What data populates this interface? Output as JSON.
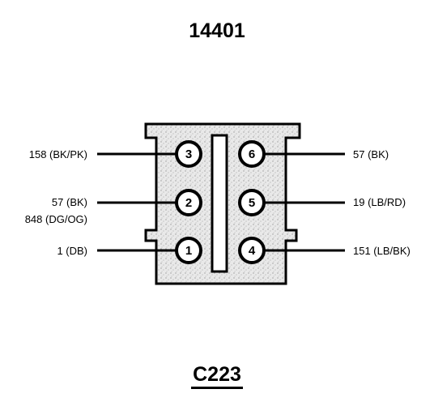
{
  "part_number": "14401",
  "connector_id": "C223",
  "colors": {
    "ink": "#000000",
    "housing_fill": "#e6e6e6",
    "pin_fill": "#ffffff"
  },
  "pins": [
    {
      "pin": "3",
      "labels": [
        "158 (BK/PK)"
      ],
      "side": "left"
    },
    {
      "pin": "2",
      "labels": [
        "57 (BK)",
        "848 (DG/OG)"
      ],
      "side": "left"
    },
    {
      "pin": "1",
      "labels": [
        "1 (DB)"
      ],
      "side": "left"
    },
    {
      "pin": "6",
      "labels": [
        "57 (BK)"
      ],
      "side": "right"
    },
    {
      "pin": "5",
      "labels": [
        "19 (LB/RD)"
      ],
      "side": "right"
    },
    {
      "pin": "4",
      "labels": [
        "151 (LB/BK)"
      ],
      "side": "right"
    }
  ]
}
